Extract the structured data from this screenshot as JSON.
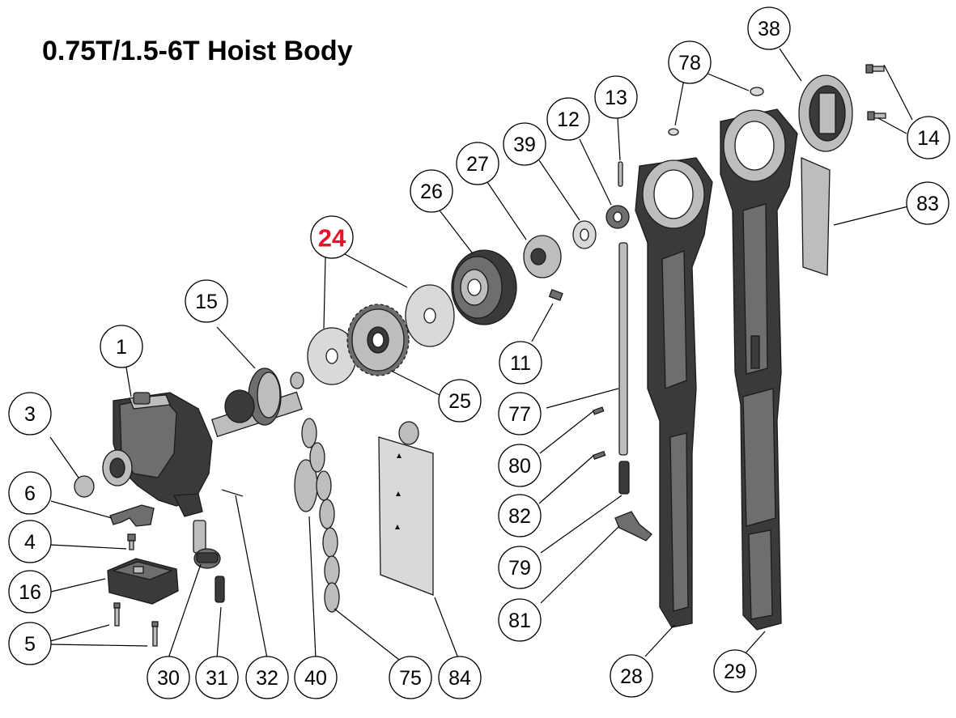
{
  "title": "0.75T/1.5-6T Hoist Body",
  "highlight_color": "#e8102a",
  "callouts": [
    {
      "id": "c38",
      "label": "38"
    },
    {
      "id": "c78",
      "label": "78"
    },
    {
      "id": "c13",
      "label": "13"
    },
    {
      "id": "c12",
      "label": "12"
    },
    {
      "id": "c14",
      "label": "14"
    },
    {
      "id": "c39",
      "label": "39"
    },
    {
      "id": "c27",
      "label": "27"
    },
    {
      "id": "c26",
      "label": "26"
    },
    {
      "id": "c83",
      "label": "83"
    },
    {
      "id": "c24",
      "label": "24",
      "highlight": true
    },
    {
      "id": "c15",
      "label": "15"
    },
    {
      "id": "c11",
      "label": "11"
    },
    {
      "id": "c1",
      "label": "1"
    },
    {
      "id": "c25",
      "label": "25"
    },
    {
      "id": "c77",
      "label": "77"
    },
    {
      "id": "c3",
      "label": "3"
    },
    {
      "id": "c80",
      "label": "80"
    },
    {
      "id": "c6",
      "label": "6"
    },
    {
      "id": "c82",
      "label": "82"
    },
    {
      "id": "c4",
      "label": "4"
    },
    {
      "id": "c79",
      "label": "79"
    },
    {
      "id": "c16",
      "label": "16"
    },
    {
      "id": "c81",
      "label": "81"
    },
    {
      "id": "c5",
      "label": "5"
    },
    {
      "id": "c30",
      "label": "30"
    },
    {
      "id": "c31",
      "label": "31"
    },
    {
      "id": "c32",
      "label": "32"
    },
    {
      "id": "c40",
      "label": "40"
    },
    {
      "id": "c75",
      "label": "75"
    },
    {
      "id": "c84",
      "label": "84"
    },
    {
      "id": "c28",
      "label": "28"
    },
    {
      "id": "c29",
      "label": "29"
    }
  ]
}
